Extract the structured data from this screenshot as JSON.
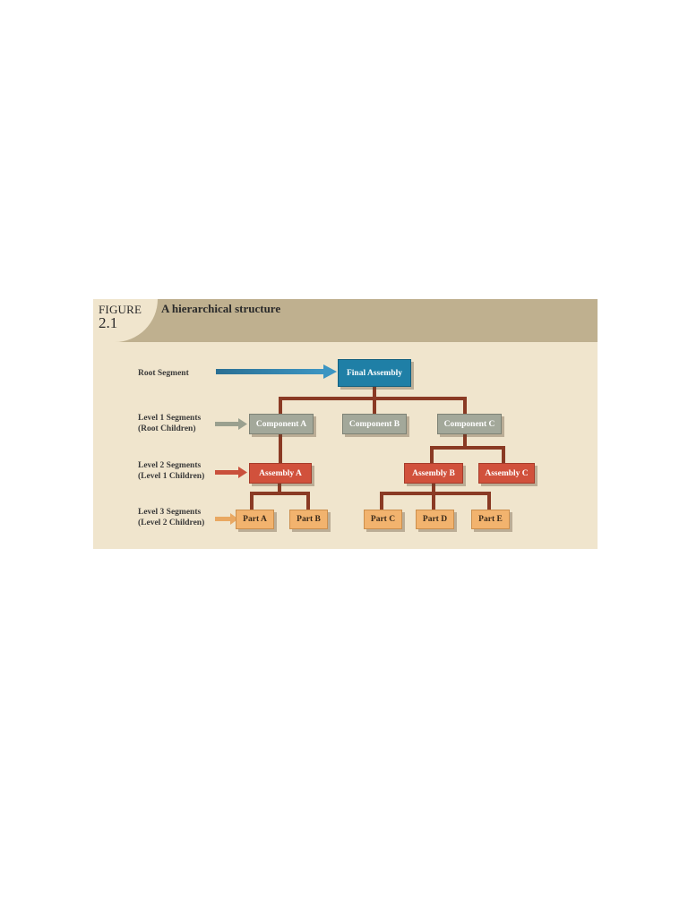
{
  "figure": {
    "label_word": "FIGURE",
    "label_number": "2.1",
    "title": "A hierarchical structure"
  },
  "levels": [
    {
      "id": "root",
      "line1": "Root Segment",
      "line2": ""
    },
    {
      "id": "l1",
      "line1": "Level 1 Segments",
      "line2": "(Root Children)"
    },
    {
      "id": "l2",
      "line1": "Level 2 Segments",
      "line2": "(Level 1 Children)"
    },
    {
      "id": "l3",
      "line1": "Level 3 Segments",
      "line2": "(Level 2 Children)"
    }
  ],
  "nodes": {
    "final_assembly": "Final Assembly",
    "component_a": "Component A",
    "component_b": "Component B",
    "component_c": "Component C",
    "assembly_a": "Assembly A",
    "assembly_b": "Assembly B",
    "assembly_c": "Assembly C",
    "part_a": "Part A",
    "part_b": "Part B",
    "part_c": "Part C",
    "part_d": "Part D",
    "part_e": "Part E"
  },
  "colors": {
    "root": "#1f7fa6",
    "level1": "#a3a89a",
    "level2": "#d1513c",
    "level3": "#f2b36e",
    "connector": "#8a3a24",
    "background": "#f0e5cd",
    "header": "#bfb08f"
  }
}
